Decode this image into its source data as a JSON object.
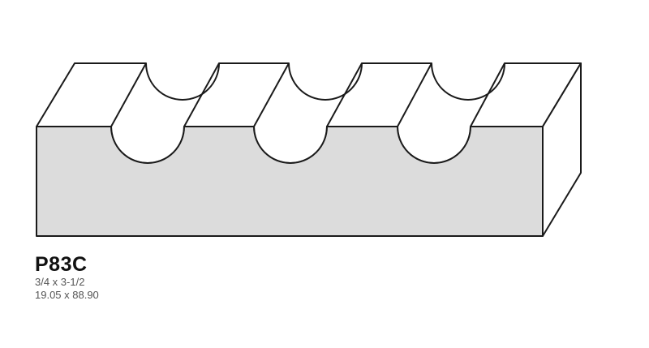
{
  "profile": {
    "code": "P83C",
    "size_imperial": "3/4 x 3-1/2",
    "size_metric": "19.05 x 88.90"
  },
  "colors": {
    "face_fill": "#dcdcdc",
    "top_fill": "#ffffff",
    "outline": "#1a1a1a"
  }
}
